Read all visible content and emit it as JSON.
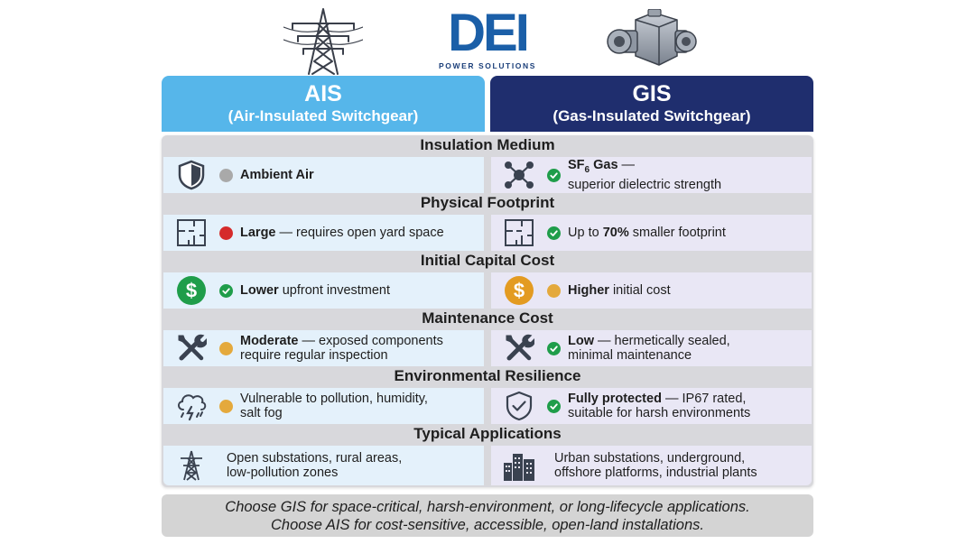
{
  "logo": {
    "mark": "DEI",
    "subtitle": "POWER SOLUTIONS"
  },
  "columns": {
    "ais": {
      "title": "AIS",
      "subtitle": "(Air-Insulated Switchgear)",
      "color": "#56b6ea"
    },
    "gis": {
      "title": "GIS",
      "subtitle": "(Gas-Insulated Switchgear)",
      "color": "#1f2e6e"
    }
  },
  "rows": [
    {
      "category": "Insulation Medium",
      "ais": {
        "icon": "shield-icon",
        "marker": "grey-dot",
        "bold": "Ambient Air",
        "rest": "",
        "line2": ""
      },
      "gis": {
        "icon": "molecule-icon",
        "marker": "green-check",
        "bold": "SF",
        "sub": "6",
        "bold_tail": " Gas",
        "rest": " —",
        "line2": "superior dielectric strength"
      }
    },
    {
      "category": "Physical Footprint",
      "ais": {
        "icon": "floor-plan-icon",
        "marker": "red-dot",
        "bold": "Large",
        "rest": " — requires open yard space",
        "line2": ""
      },
      "gis": {
        "icon": "floor-plan-icon",
        "marker": "green-check",
        "pre": "Up to ",
        "bold": "70%",
        "rest": " smaller footprint",
        "line2": ""
      }
    },
    {
      "category": "Initial Capital Cost",
      "ais": {
        "icon": "dollar-icon",
        "marker": "green-check",
        "bold": "Lower",
        "rest": " upfront investment",
        "line2": ""
      },
      "gis": {
        "icon": "dollar-icon",
        "marker": "amber-dot",
        "bold": "Higher",
        "rest": " initial cost",
        "line2": ""
      }
    },
    {
      "category": "Maintenance Cost",
      "ais": {
        "icon": "tools-icon",
        "marker": "amber-dot",
        "bold": "Moderate",
        "rest": " — exposed components",
        "line2": "require regular inspection"
      },
      "gis": {
        "icon": "tools-icon",
        "marker": "green-check",
        "bold": "Low",
        "rest": " — hermetically sealed,",
        "line2": "minimal maintenance"
      }
    },
    {
      "category": "Environmental Resilience",
      "ais": {
        "icon": "storm-cloud-icon",
        "marker": "amber-dot",
        "bold": "",
        "rest": "Vulnerable to pollution, humidity,",
        "line2": "salt fog"
      },
      "gis": {
        "icon": "shield-check-icon",
        "marker": "green-check",
        "bold": "Fully protected",
        "rest": " — IP67 rated,",
        "line2": "suitable for harsh environments"
      }
    },
    {
      "category": "Typical Applications",
      "ais": {
        "icon": "transmission-tower-icon",
        "marker": "none",
        "bold": "",
        "rest": "Open substations, rural areas,",
        "line2": "low-pollution zones"
      },
      "gis": {
        "icon": "city-buildings-icon",
        "marker": "none",
        "bold": "",
        "rest": "Urban substations, underground,",
        "line2": "offshore platforms, industrial plants"
      }
    }
  ],
  "footer": {
    "line1": "Choose GIS for space-critical, harsh-environment, or long-lifecycle applications.",
    "line2": "Choose AIS for cost-sensitive, accessible, open-land installations."
  }
}
